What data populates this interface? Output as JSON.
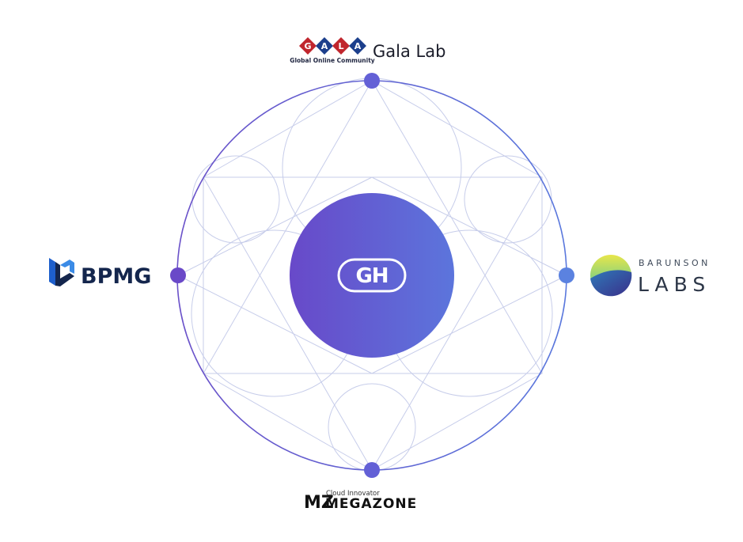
{
  "colors": {
    "ring_start": "#6a51c9",
    "ring_end": "#5a78dd",
    "node_left": "#6a49c8",
    "node_right": "#5b82e0",
    "node_top_bottom": "#6360d6",
    "grid_line": "#c7cdea",
    "center_start": "#6849c9",
    "center_end": "#5c75dc"
  },
  "center": {
    "logo_text": "GH",
    "icon": "gh-logo-icon"
  },
  "partners": {
    "top": {
      "name": "Gala Lab",
      "logo_letters": [
        "G",
        "A",
        "L",
        "A"
      ],
      "tagline": "Global Online Community",
      "icon": "gala-diamond-logo-icon"
    },
    "left": {
      "name": "BPMG",
      "icon": "bpmg-cube-logo-icon"
    },
    "right": {
      "top_text": "BARUNSON",
      "main_text": "LABS",
      "icon": "barunson-sphere-logo-icon"
    },
    "bottom": {
      "tagline": "Cloud Innovator",
      "name": "MEGAZONE",
      "mark": "MZ",
      "icon": "megazone-mz-logo-icon"
    }
  }
}
